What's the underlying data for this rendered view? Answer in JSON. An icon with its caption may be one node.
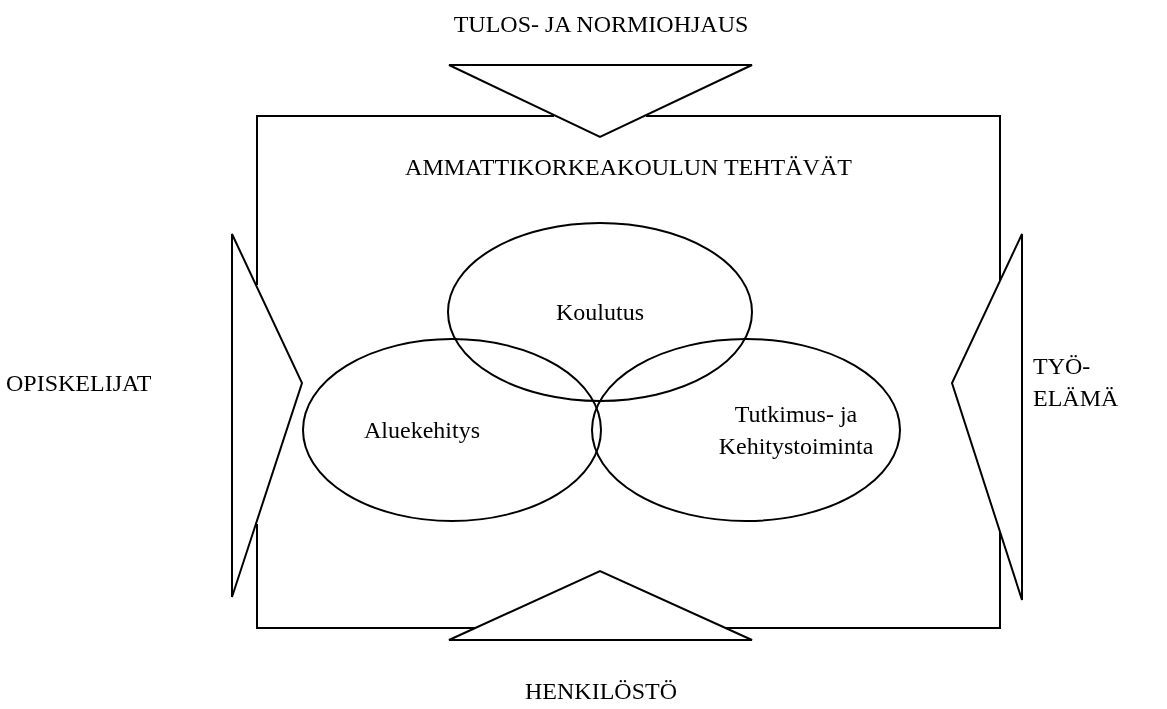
{
  "diagram": {
    "nodes": [
      {
        "text": [
          "AMMATTIKORKEAKOULUN TEHTÄVÄT"
        ]
      },
      {
        "text": [
          "Koulutus"
        ],
        "in": 0
      },
      {
        "text": [
          "Aluekehitys"
        ],
        "in": 0
      },
      {
        "text": [
          "Tutkimus- ja Kehitystoiminta"
        ],
        "in": 0
      },
      {
        "text": [
          "TULOS- JA NORMIOHJAUS"
        ]
      },
      {
        "text": [
          "OPISKELIJAT"
        ]
      },
      {
        "text": [
          "TYÖ- ELÄMÄ"
        ]
      },
      {
        "text": [
          "HENKILÖSTÖ"
        ]
      }
    ]
  }
}
